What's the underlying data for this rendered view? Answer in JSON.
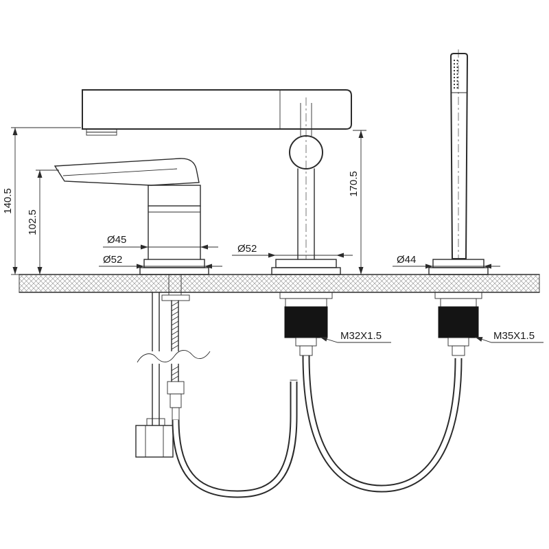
{
  "drawing": {
    "colors": {
      "ink": "#2b2b2b",
      "hatch": "#8a8a8a",
      "background": "#ffffff"
    },
    "dimensions": {
      "height_total": "140.5",
      "height_body": "102.5",
      "spout_body_diameter": "Ø45",
      "spout_base_diameter": "Ø52",
      "height_column": "170.5",
      "column_base_diameter": "Ø52",
      "handshower_base_diameter": "Ø44",
      "column_thread": "M32X1.5",
      "handshower_thread": "M35X1.5"
    }
  }
}
